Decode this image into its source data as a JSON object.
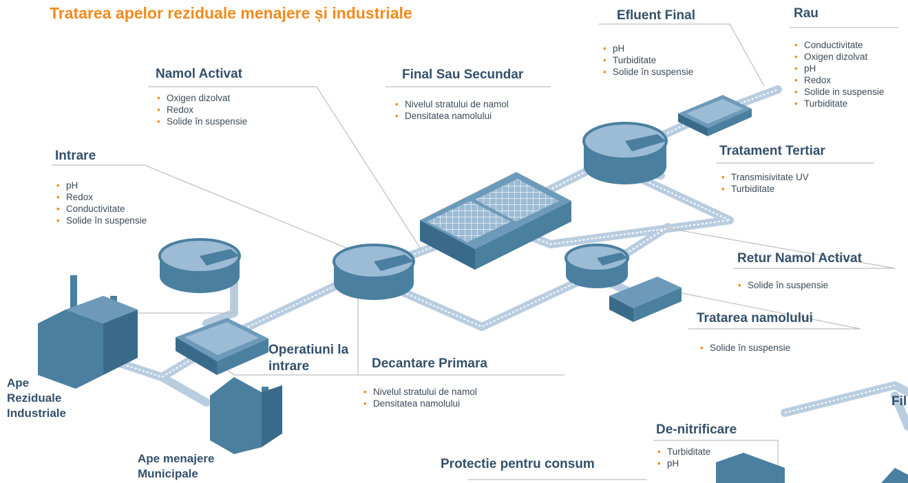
{
  "title": "Tratarea apelor reziduale menajere și industriale",
  "colors": {
    "accent": "#f28a1e",
    "heading": "#33506a",
    "tank": "#4a7fa0",
    "pipe": "#b9cde0"
  },
  "sections": {
    "namol_activat": {
      "label": "Namol Activat",
      "items": [
        "Oxigen dizolvat",
        "Redox",
        "Solide în suspensie"
      ]
    },
    "final_secundar": {
      "label": "Final Sau Secundar",
      "items": [
        "Nivelul stratului de namol",
        "Densitatea namolului"
      ]
    },
    "efluent_final": {
      "label": "Efluent Final",
      "items": [
        "pH",
        "Turbiditate",
        "Solide în suspensie"
      ]
    },
    "rau": {
      "label": "Rau",
      "items": [
        "Conductivitate",
        "Oxigen dizolvat",
        "pH",
        "Redox",
        "Solide in suspensie",
        "Turbiditate"
      ]
    },
    "intrare": {
      "label": "Intrare",
      "items": [
        "pH",
        "Redox",
        "Conductivitate",
        "Solide în suspensie"
      ]
    },
    "tratament_tertiar": {
      "label": "Tratament Tertiar",
      "items": [
        "Transmisivitate UV",
        "Turbiditate"
      ]
    },
    "retur_namol": {
      "label": "Retur Namol Activat",
      "items": [
        "Solide în suspensie"
      ]
    },
    "tratarea_namolului": {
      "label": "Tratarea namolului",
      "items": [
        "Solide în suspensie"
      ]
    },
    "operatiuni": {
      "label": "Operatiuni la intrare"
    },
    "decantare_primara": {
      "label": "Decantare Primara",
      "items": [
        "Nivelul stratului de namol",
        "Densitatea namolului"
      ]
    },
    "ape_industriale": {
      "label": "Ape Reziduale Industriale"
    },
    "ape_menajere": {
      "label": "Ape menajere Municipale"
    },
    "denitrificare": {
      "label": "De-nitrificare",
      "items": [
        "Turbiditate",
        "pH"
      ]
    },
    "protectie": {
      "label": "Protectie pentru consum"
    },
    "fil": {
      "label": "Fil"
    }
  }
}
